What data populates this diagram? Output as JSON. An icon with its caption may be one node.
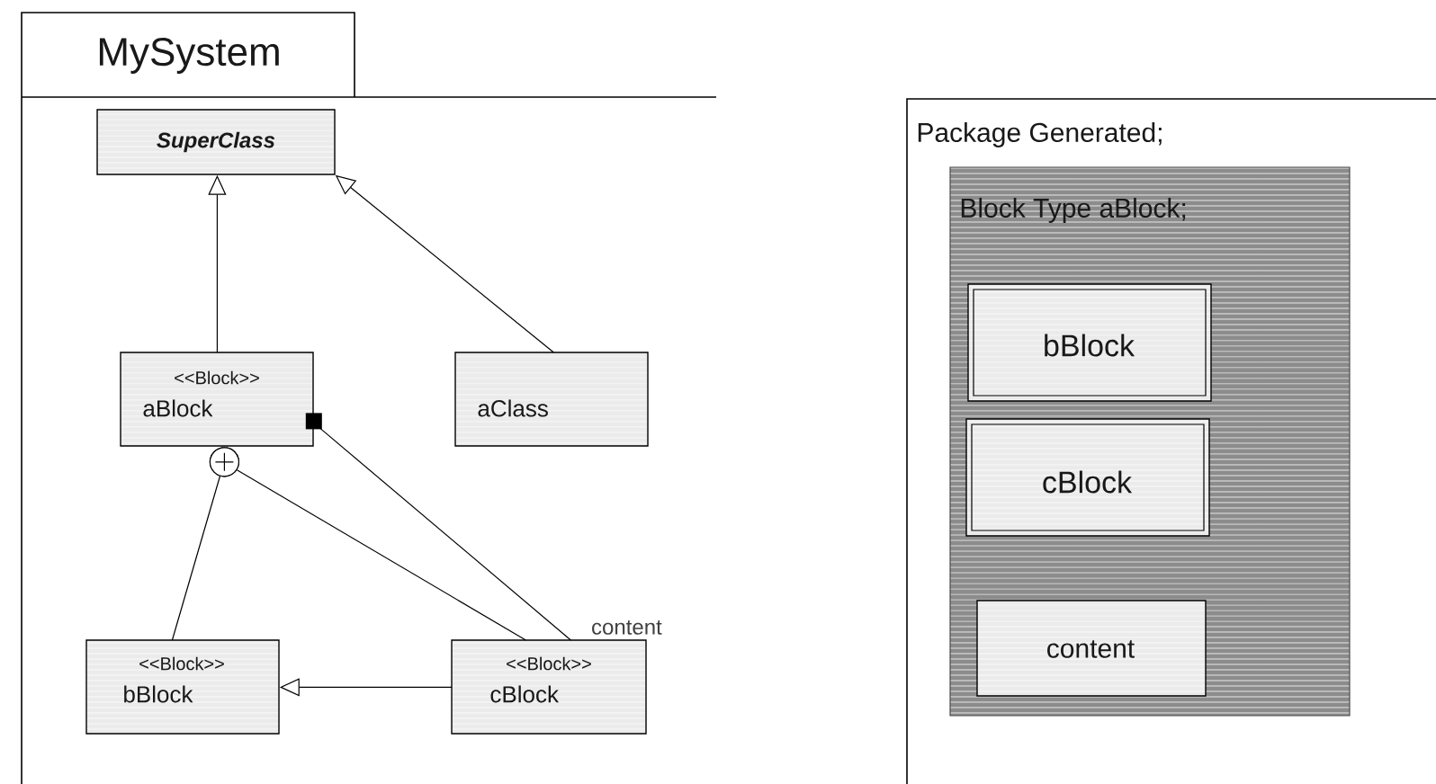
{
  "diagram": {
    "nodes": [
      {
        "text": [
          "MySystem"
        ]
      },
      {
        "text": [
          "SuperClass"
        ],
        "in": 0
      },
      {
        "text": [
          "<<Block>>",
          "aBlock"
        ],
        "in": 0
      },
      {
        "text": [
          "aClass"
        ],
        "in": 0
      },
      {
        "text": [
          "<<Block>>",
          "bBlock"
        ],
        "in": 0
      },
      {
        "text": [
          "<<Block>>",
          "cBlock"
        ],
        "in": 0
      },
      {
        "text": [
          "Package Generated;"
        ]
      },
      {
        "text": [
          "Block Type aBlock;"
        ],
        "in": 6
      },
      {
        "text": [
          "bBlock"
        ],
        "in": 7
      },
      {
        "text": [
          "cBlock"
        ],
        "in": 7
      },
      {
        "text": [
          "content"
        ],
        "in": 7
      }
    ],
    "edges": [
      {
        "from": 2,
        "to": 1,
        "arrow": "to"
      },
      {
        "from": 3,
        "to": 1,
        "arrow": "to"
      },
      {
        "from": 5,
        "to": 4,
        "arrow": "to"
      },
      {
        "from": 2,
        "to": 4,
        "arrow": "other"
      },
      {
        "from": 2,
        "to": 5,
        "arrow": "other"
      },
      {
        "from": 2,
        "to": 5,
        "arrow": "other",
        "label": "content"
      }
    ]
  }
}
